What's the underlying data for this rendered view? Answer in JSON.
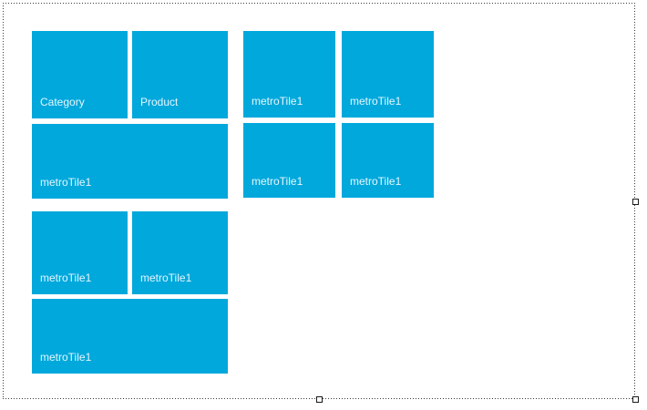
{
  "surface": {
    "name": "metro-tile-design-surface",
    "background_color": "#ffffff",
    "border_color": "#3b3b3b",
    "border_style": "dotted"
  },
  "theme": {
    "tile_color": "#00a8dc",
    "tile_text_color": "#e6f6fd"
  },
  "grips": {
    "right_label": "",
    "bottom_label": "",
    "corner_label": ""
  },
  "left_group": {
    "tiles": [
      {
        "label": "Category",
        "name": "tile-category"
      },
      {
        "label": "Product",
        "name": "tile-product"
      },
      {
        "label": "metroTile1",
        "name": "tile-left-wide-1"
      },
      {
        "label": "metroTile1",
        "name": "tile-left-small-1"
      },
      {
        "label": "metroTile1",
        "name": "tile-left-small-2"
      },
      {
        "label": "metroTile1",
        "name": "tile-left-wide-2"
      }
    ]
  },
  "right_group": {
    "tiles": [
      {
        "label": "metroTile1",
        "name": "tile-right-1"
      },
      {
        "label": "metroTile1",
        "name": "tile-right-2"
      },
      {
        "label": "metroTile1",
        "name": "tile-right-3"
      },
      {
        "label": "metroTile1",
        "name": "tile-right-4"
      }
    ]
  }
}
